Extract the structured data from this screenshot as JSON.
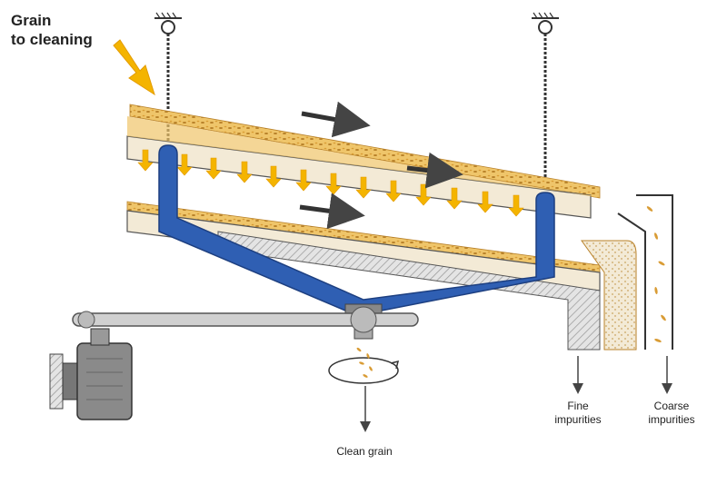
{
  "labels": {
    "grain_line1": "Grain",
    "grain_line2": "to cleaning",
    "clean_grain": "Clean grain",
    "fine_line1": "Fine",
    "fine_line2": "impurities",
    "coarse_line1": "Coarse",
    "coarse_line2": "impurities"
  },
  "colors": {
    "frame_blue": "#2f5fb3",
    "grain": "#e3b04b",
    "grain_dark": "#b9822a",
    "arrow_yellow": "#f4b400",
    "screen": "#f3ead6",
    "motor": "#8a8a8a"
  },
  "icons": [
    "hanger-icon",
    "gear-motor-icon",
    "rotation-icon"
  ]
}
